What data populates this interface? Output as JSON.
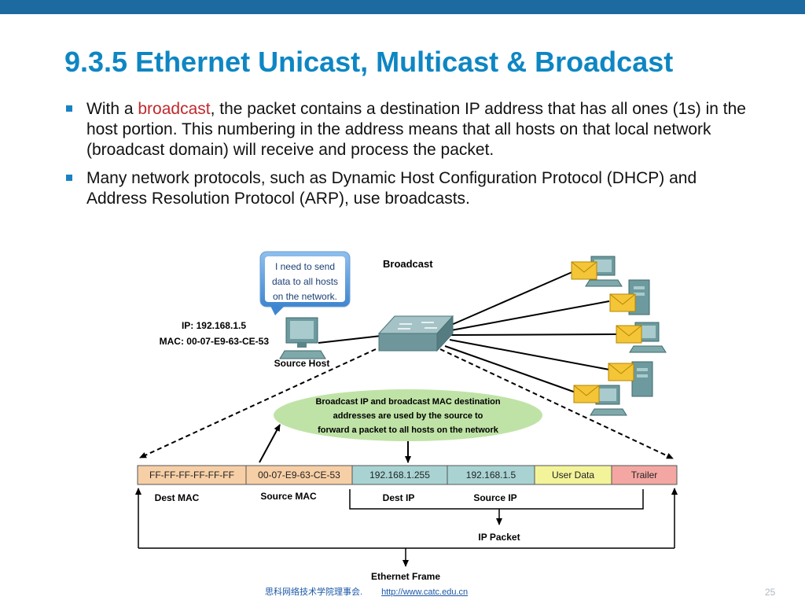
{
  "slide": {
    "title": "9.3.5 Ethernet Unicast, Multicast & Broadcast",
    "bullet1": {
      "prefix": "With a ",
      "highlight": "broadcast",
      "suffix": ", the packet contains a destination IP address that has all ones (1s) in the host portion. This numbering in the address means that all hosts on that local network (broadcast domain) will receive and process the packet."
    },
    "bullet2": "Many network protocols, such as Dynamic Host Configuration Protocol (DHCP) and Address Resolution Protocol (ARP), use broadcasts.",
    "page_number": "25"
  },
  "diagram": {
    "heading": "Broadcast",
    "speech_bubble": [
      "I need to send",
      "data to all hosts",
      "on the network."
    ],
    "source_host": {
      "ip": "IP: 192.168.1.5",
      "mac": "MAC: 00-07-E9-63-CE-53",
      "label": "Source Host"
    },
    "note": [
      "Broadcast IP and broadcast MAC destination",
      "addresses are used by the source to",
      "forward a packet to all hosts on the network"
    ],
    "frame_fields": [
      {
        "text": "FF-FF-FF-FF-FF-FF",
        "color": "#f7cfa6"
      },
      {
        "text": "00-07-E9-63-CE-53",
        "color": "#f7cfa6"
      },
      {
        "text": "192.168.1.255",
        "color": "#a9d3d3"
      },
      {
        "text": "192.168.1.5",
        "color": "#a9d3d3"
      },
      {
        "text": "User Data",
        "color": "#f3f39a"
      },
      {
        "text": "Trailer",
        "color": "#f4a7a2"
      }
    ],
    "labels": {
      "dest_mac": "Dest MAC",
      "source_mac": "Source MAC",
      "dest_ip": "Dest IP",
      "source_ip": "Source IP",
      "ip_packet": "IP Packet",
      "ethernet_frame": "Ethernet Frame"
    }
  },
  "footer": {
    "org": "思科网络技术学院理事会.",
    "url": "http://www.catc.edu.cn"
  }
}
